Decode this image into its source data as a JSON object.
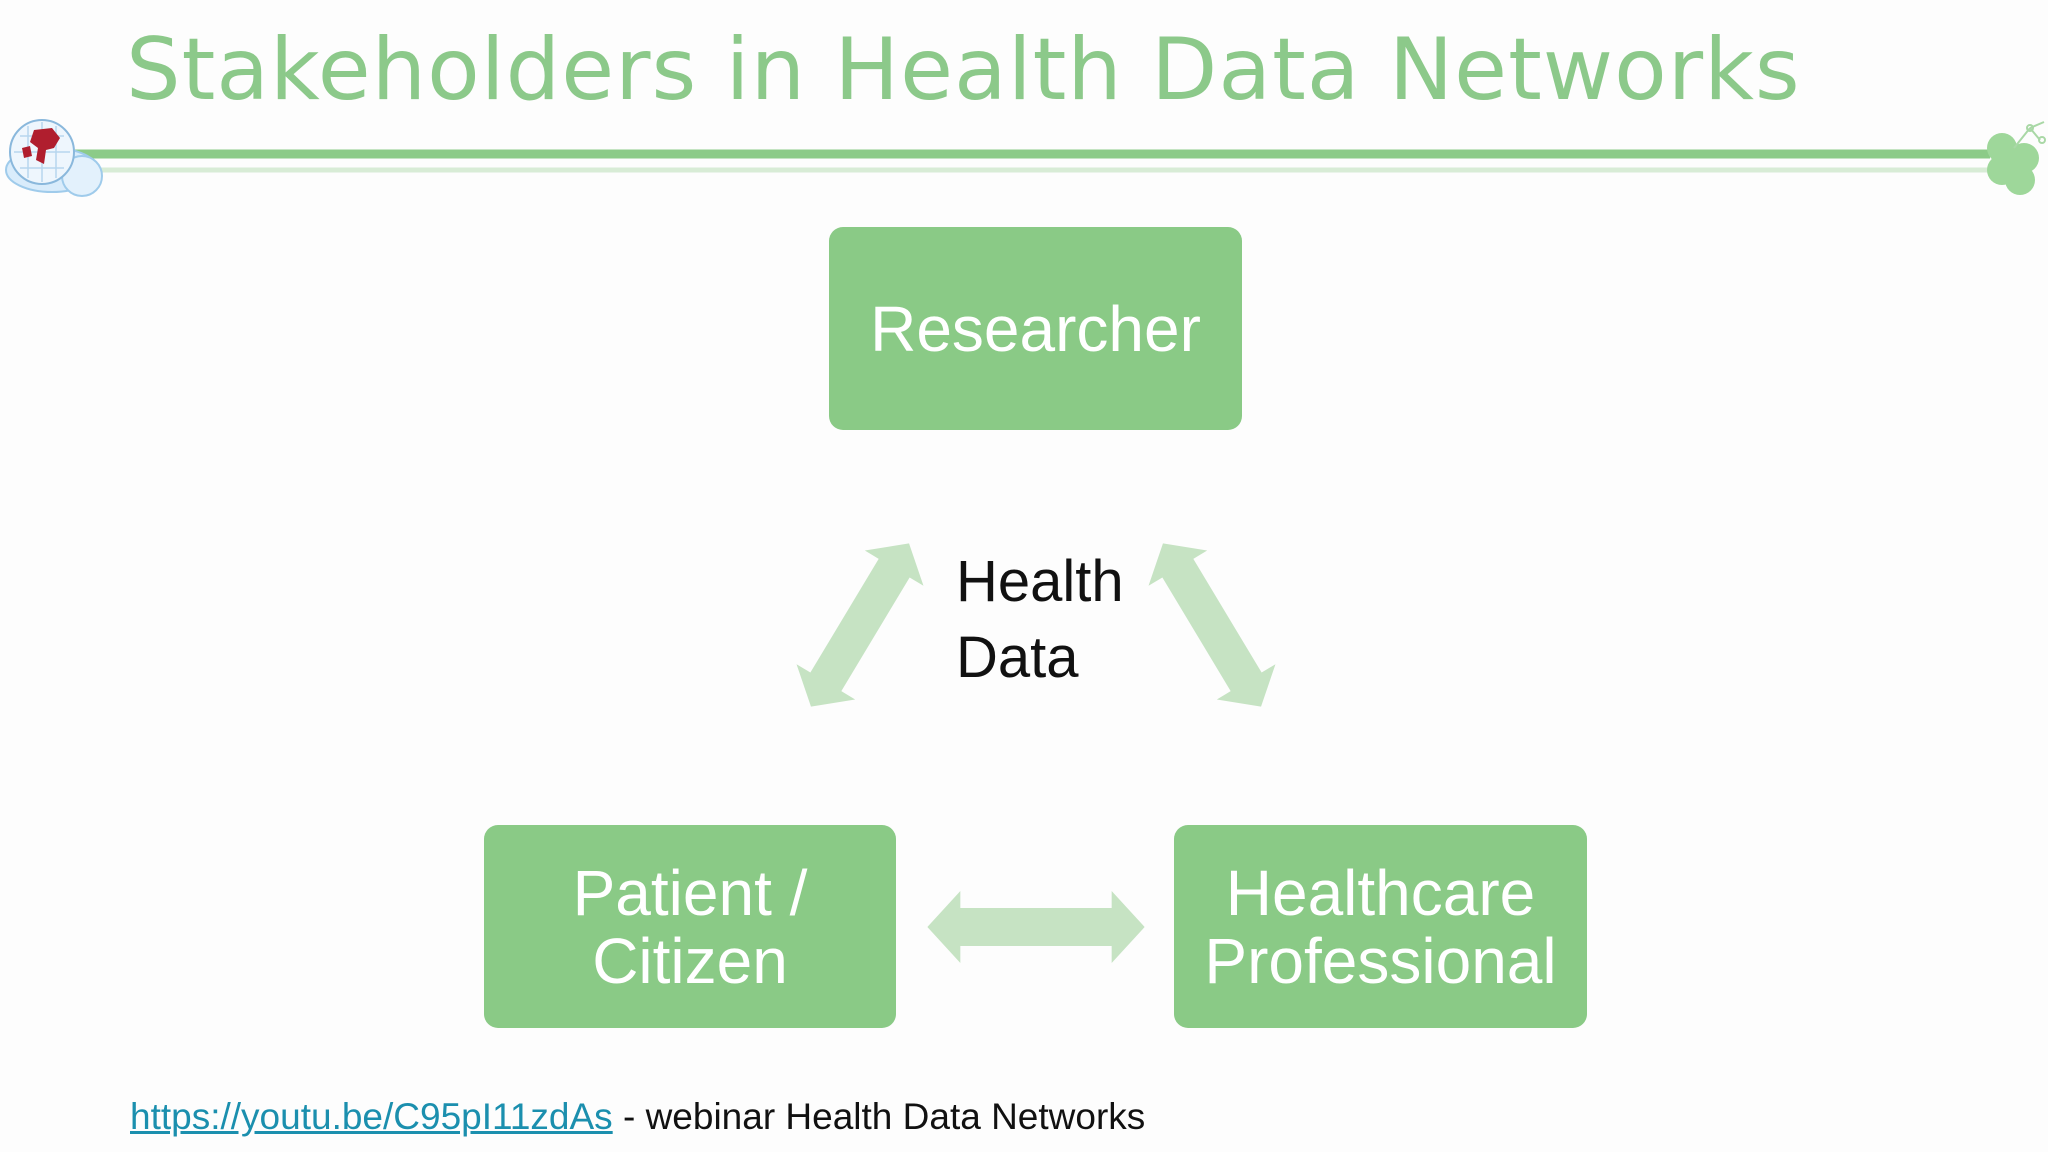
{
  "slide": {
    "title": "Stakeholders in Health Data Networks"
  },
  "diagram": {
    "nodes": {
      "researcher": "Researcher",
      "patient_line1": "Patient /",
      "patient_line2": "Citizen",
      "hcp_line1": "Healthcare",
      "hcp_line2": "Professional"
    },
    "center_line1": "Health",
    "center_line2": "Data"
  },
  "footer": {
    "link_text": "https://youtu.be/C95pI11zdAs",
    "suffix": " - webinar Health Data Networks"
  },
  "colors": {
    "title": "#8cc98a",
    "box_fill": "#8aca86",
    "arrow_fill": "#c6e3c3",
    "link": "#1b8fae",
    "divider": "#8ccb88"
  },
  "icons": {
    "left": "globe-logo-icon",
    "right": "clover-logo-icon"
  }
}
